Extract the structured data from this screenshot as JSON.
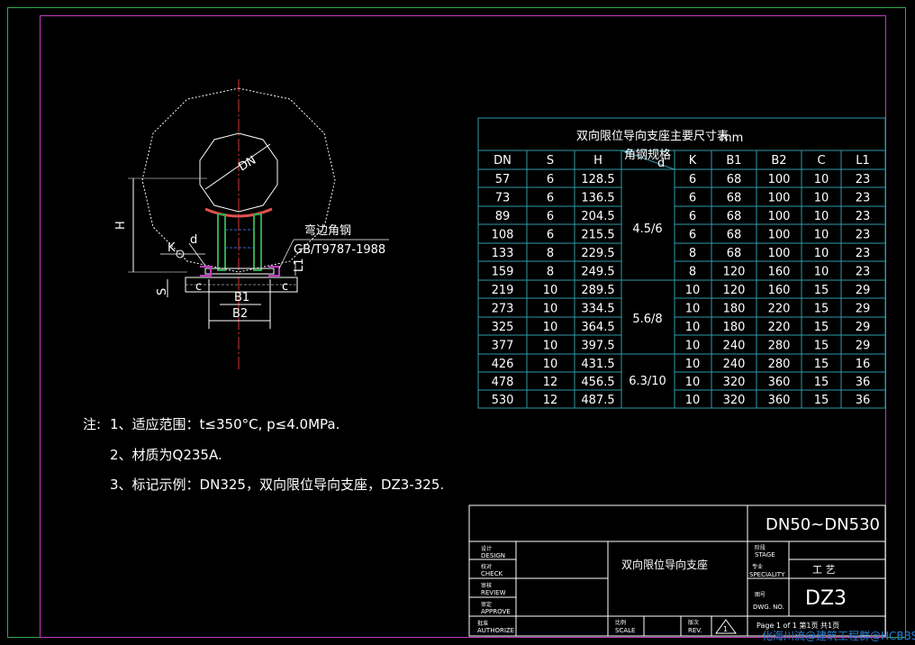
{
  "drawing": {
    "label_dn": "DN",
    "label_h": "H",
    "label_k": "K",
    "label_d": "d",
    "label_s": "S",
    "label_c_left": "c",
    "label_c_right": "c",
    "label_l1": "L1",
    "label_b1": "B1",
    "label_b2": "B2",
    "callout_title": "弯边角钢",
    "callout_std": "GB/T9787-1988"
  },
  "table": {
    "title": "双向限位导向支座主要尺寸表",
    "unit": "mm",
    "diag_top": "角钢规格",
    "diag_bottom": "d",
    "columns": [
      "DN",
      "S",
      "H",
      "K",
      "B1",
      "B2",
      "C",
      "L1"
    ],
    "rows": [
      [
        "57",
        "6",
        "128.5",
        "6",
        "68",
        "100",
        "10",
        "23"
      ],
      [
        "73",
        "6",
        "136.5",
        "6",
        "68",
        "100",
        "10",
        "23"
      ],
      [
        "89",
        "6",
        "204.5",
        "6",
        "68",
        "100",
        "10",
        "23"
      ],
      [
        "108",
        "6",
        "215.5",
        "6",
        "68",
        "100",
        "10",
        "23"
      ],
      [
        "133",
        "8",
        "229.5",
        "8",
        "68",
        "100",
        "10",
        "23"
      ],
      [
        "159",
        "8",
        "249.5",
        "8",
        "120",
        "160",
        "10",
        "23"
      ],
      [
        "219",
        "10",
        "289.5",
        "10",
        "120",
        "160",
        "15",
        "29"
      ],
      [
        "273",
        "10",
        "334.5",
        "10",
        "180",
        "220",
        "15",
        "29"
      ],
      [
        "325",
        "10",
        "364.5",
        "10",
        "180",
        "220",
        "15",
        "29"
      ],
      [
        "377",
        "10",
        "397.5",
        "10",
        "240",
        "280",
        "15",
        "29"
      ],
      [
        "426",
        "10",
        "431.5",
        "10",
        "240",
        "280",
        "15",
        "16"
      ],
      [
        "478",
        "12",
        "456.5",
        "10",
        "320",
        "360",
        "15",
        "36"
      ],
      [
        "530",
        "12",
        "487.5",
        "10",
        "320",
        "360",
        "15",
        "36"
      ]
    ],
    "d_groups": [
      "4.5/6",
      "5.6/8",
      "6.3/10"
    ]
  },
  "notes": {
    "prefix": "注:",
    "n1": "1、适应范围：t≤350°C,        p≤4.0MPa.",
    "n2": "2、材质为Q235A.",
    "n3": "3、标记示例：DN325，双向限位导向支座，DZ3-325."
  },
  "title_block": {
    "range": "DN50~DN530",
    "name": "双向限位导向支座",
    "design_cn": "设计",
    "design_en": "DESIGN",
    "check_cn": "校对",
    "check_en": "CHECK",
    "review_cn": "审核",
    "review_en": "REVIEW",
    "approve_cn": "审定",
    "approve_en": "APPROVE",
    "authorize_cn": "批准",
    "authorize_en": "AUTHORIZE",
    "stage_cn": "阶段",
    "stage_en": "STAGE",
    "speciality_cn": "专业",
    "speciality_en": "SPECIALITY",
    "speciality_val": "工 艺",
    "dwg_cn": "图号",
    "dwg_en": "DWG. NO.",
    "dwg_val": "DZ3",
    "scale_cn": "比例",
    "scale_en": "SCALE",
    "rev_cn": "版次",
    "rev_en": "REV.",
    "rev_val": "1",
    "page": "Page 1 of 1  第1页 共1页"
  },
  "watermark": "化海川流@建筑工程群@HCBBS",
  "colors": {
    "frame_outer": "#2fa84f",
    "frame_inner": "#c23bc2",
    "table_lines": "#2e9aa8",
    "drawing_lines": "#ffffff",
    "center_lines": "#d63a3a",
    "angle_magenta": "#c23bc2",
    "rib_green": "#2fa84f"
  }
}
